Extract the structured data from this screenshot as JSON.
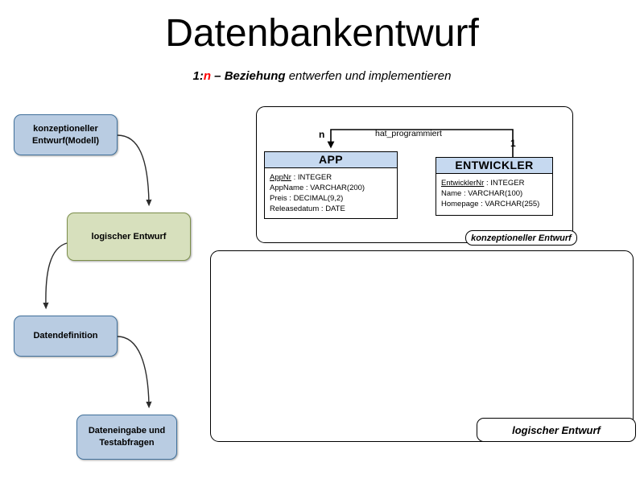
{
  "slide": {
    "title": "Datenbankentwurf",
    "subtitle": {
      "prefix": "1:",
      "highlight": "n",
      "bold_part": " – Beziehung",
      "rest": " entwerfen und implementieren"
    },
    "background_color": "#ffffff"
  },
  "colors": {
    "flow_blue": "#b9cce2",
    "flow_blue_border": "#41719c",
    "flow_green": "#d7e0bd",
    "flow_green_border": "#7d8f4c",
    "entity_header": "#c6d9f0",
    "accent_red": "#ff0000",
    "line": "#000000"
  },
  "flowchart": {
    "steps": [
      {
        "id": "konzeptioneller-entwurf",
        "line1": "konzeptioneller",
        "line2": "Entwurf(Modell)",
        "color": "blue"
      },
      {
        "id": "logischer-entwurf",
        "line1": "logischer Entwurf",
        "line2": "",
        "color": "green"
      },
      {
        "id": "datendefinition",
        "line1": "Datendefinition",
        "line2": "",
        "color": "blue"
      },
      {
        "id": "dateneingabe",
        "line1": "Dateneingabe und",
        "line2": "Testabfragen",
        "color": "blue"
      }
    ]
  },
  "panels": {
    "konzeptionell": {
      "tab_label": "konzeptioneller Entwurf"
    },
    "logisch": {
      "tab_label": "logischer Entwurf",
      "content": ""
    }
  },
  "er_diagram": {
    "relationship": {
      "name": "hat_programmiert",
      "cardinality_left": "n",
      "cardinality_right": "1"
    },
    "entities": [
      {
        "name": "APP",
        "attributes": [
          {
            "name": "AppNr",
            "type": "INTEGER",
            "primary_key": true
          },
          {
            "name": "AppName",
            "type": "VARCHAR(200)",
            "primary_key": false
          },
          {
            "name": "Preis",
            "type": "DECIMAL(9,2)",
            "primary_key": false
          },
          {
            "name": "Releasedatum",
            "type": "DATE",
            "primary_key": false
          }
        ]
      },
      {
        "name": "ENTWICKLER",
        "attributes": [
          {
            "name": "EntwicklerNr",
            "type": "INTEGER",
            "primary_key": true
          },
          {
            "name": "Name",
            "type": "VARCHAR(100)",
            "primary_key": false
          },
          {
            "name": "Homepage",
            "type": "VARCHAR(255)",
            "primary_key": false
          }
        ]
      }
    ]
  }
}
